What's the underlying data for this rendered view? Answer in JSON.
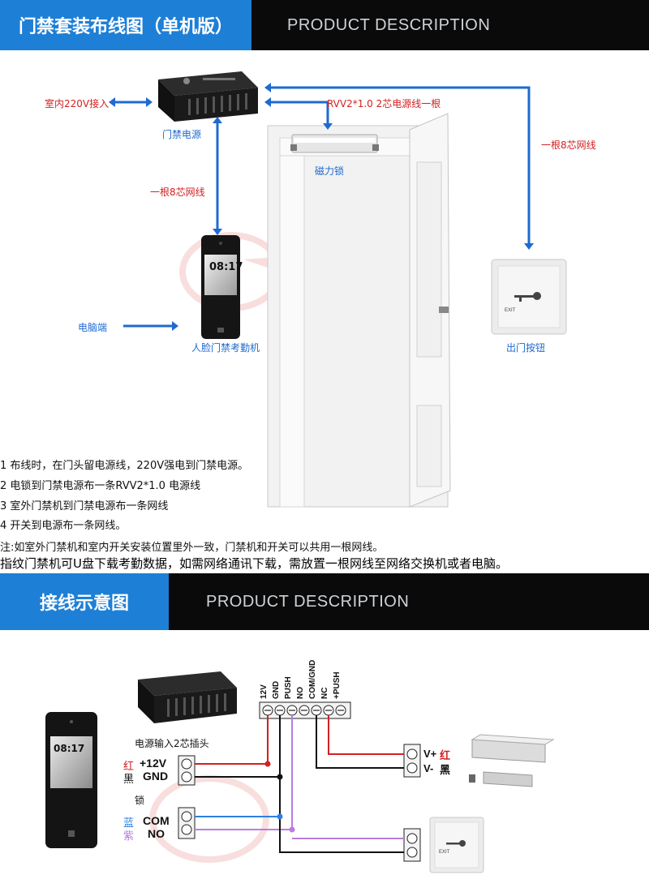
{
  "banner1": {
    "title": "门禁套装布线图（单机版）",
    "subtitle": "PRODUCT DESCRIPTION"
  },
  "banner2": {
    "title": "接线示意图",
    "subtitle": "PRODUCT DESCRIPTION"
  },
  "labels": {
    "indoor_220v": "室内220V接入",
    "power_supply": "门禁电源",
    "rvv_cable": "RVV2*1.0 2芯电源线一根",
    "mag_lock": "磁力锁",
    "net_cable_left": "一根8芯网线",
    "net_cable_right": "一根8芯网线",
    "computer": "电脑端",
    "face_terminal": "人脸门禁考勤机",
    "exit_button": "出门按钮"
  },
  "device": {
    "clock": "08:17",
    "exit_plate": "EXIT"
  },
  "notes": [
    "1  布线时，在门头留电源线，220V强电到门禁电源。",
    "2 电锁到门禁电源布一条RVV2*1.0 电源线",
    "3 室外门禁机到门禁电源布一条网线",
    "4 开关到电源布一条网线。",
    " 注:如室外门禁机和室内开关安装位置里外一致，门禁机和开关可以共用一根网线。"
  ],
  "note_big": "指纹门禁机可U盘下载考勤数据，如需网络通讯下载，需放置一根网线至网络交换机或者电脑。",
  "wiring": {
    "terminals": [
      "12V",
      "GND",
      "PUSH",
      "NO",
      "COM/GND",
      "NC",
      "+PUSH"
    ],
    "power_input": "电源输入2芯插头",
    "red_char": "红",
    "black_char": "黑",
    "v12": "+12V",
    "gnd": "GND",
    "lock": "锁",
    "blue_char": "蓝",
    "purple_char": "紫",
    "com": "COM",
    "no": "NO",
    "vplus": "V+",
    "vplus_color": "红",
    "vminus": "V-",
    "vminus_color": "黑"
  },
  "colors": {
    "accent_blue": "#1e7fd6",
    "wire_red": "#d42020",
    "wire_purple": "#b77ee0",
    "wire_blue": "#2f80e0"
  }
}
